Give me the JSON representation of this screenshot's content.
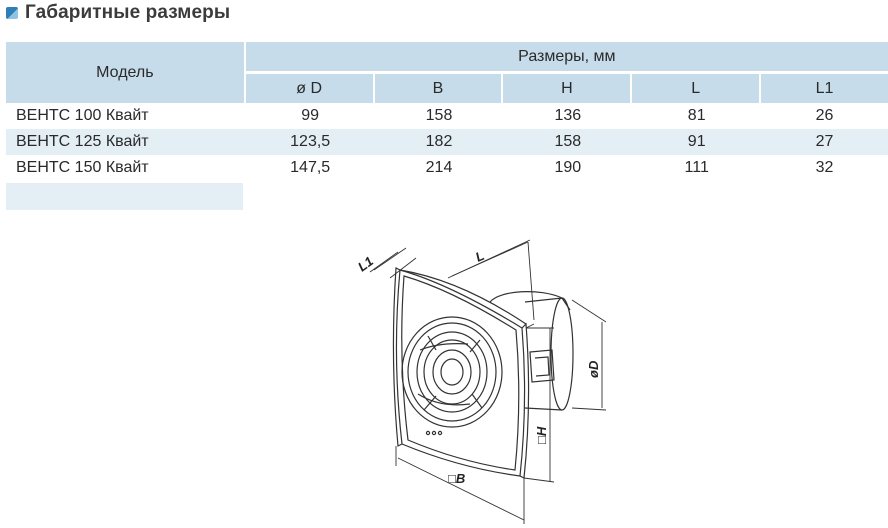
{
  "title": "Габаритные размеры",
  "table": {
    "model_header": "Модель",
    "group_header": "Размеры, мм",
    "columns": [
      "ø D",
      "B",
      "H",
      "L",
      "L1"
    ],
    "rows": [
      {
        "model": "ВЕНТС 100 Квайт",
        "values": [
          "99",
          "158",
          "136",
          "81",
          "26"
        ]
      },
      {
        "model": "ВЕНТС 125 Квайт",
        "values": [
          "123,5",
          "182",
          "158",
          "91",
          "27"
        ]
      },
      {
        "model": "ВЕНТС 150 Квайт",
        "values": [
          "147,5",
          "214",
          "190",
          "111",
          "32"
        ]
      }
    ]
  },
  "drawing": {
    "labels": {
      "l1": "L1",
      "l": "L",
      "d": "øD",
      "h": "□H",
      "b": "□B"
    }
  },
  "colors": {
    "header_bg": "#c7dcea",
    "row_alt_bg": "#e3eef5",
    "icon": "#2d7fb5"
  }
}
